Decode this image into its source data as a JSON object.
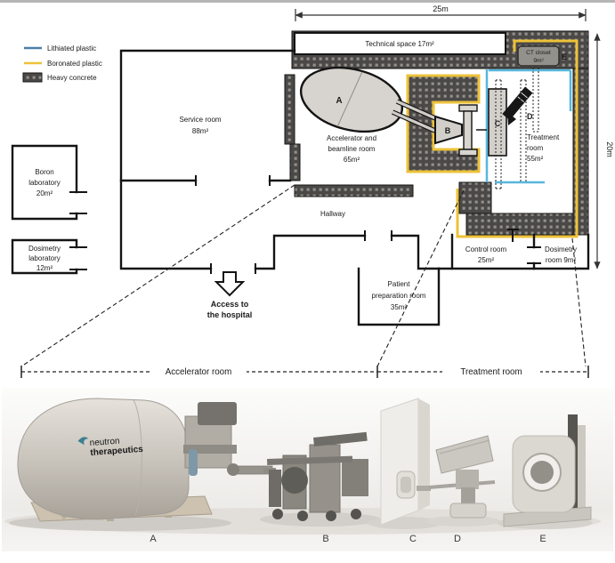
{
  "legend": {
    "items": [
      {
        "label": "Lithiated plastic",
        "color": "#4d7ea8",
        "swatch": "line"
      },
      {
        "label": "Boronated plastic",
        "color": "#edc239",
        "swatch": "line"
      },
      {
        "label": "Heavy concrete",
        "color": "#4b4947",
        "swatch": "block"
      }
    ]
  },
  "dimensions": {
    "horizontal": "25m",
    "vertical": "20m"
  },
  "plan": {
    "technical_space": "Technical space 17m²",
    "service_room": [
      "Service room",
      "88m²"
    ],
    "accelerator_room": [
      "Accelerator and",
      "beamline room",
      "65m²"
    ],
    "treatment_room": [
      "Treatment",
      "room",
      "55m²"
    ],
    "ct_closet": [
      "CT closet",
      "9m²"
    ],
    "hallway": "Hallway",
    "control_room": [
      "Control room",
      "25m²"
    ],
    "dosimetry_room": [
      "Dosimetry",
      "room 9m²"
    ],
    "patient_prep_room": [
      "Patient",
      "preparation room",
      "35m²"
    ],
    "boron_lab": [
      "Boron",
      "laboratory",
      "20m²"
    ],
    "dosimetry_lab": [
      "Dosimetry",
      "laboratory",
      "12m²"
    ],
    "access": [
      "Access to",
      "the hospital"
    ]
  },
  "markers": {
    "a": "A",
    "b": "B",
    "c": "C",
    "d": "D",
    "e": "E"
  },
  "sections": {
    "accelerator": "Accelerator room",
    "treatment": "Treatment room"
  },
  "equipment": {
    "brand": [
      "neutron",
      "therapeutics"
    ],
    "brand_color": "#3d7f92",
    "labels": [
      "A",
      "B",
      "C",
      "D",
      "E"
    ]
  }
}
